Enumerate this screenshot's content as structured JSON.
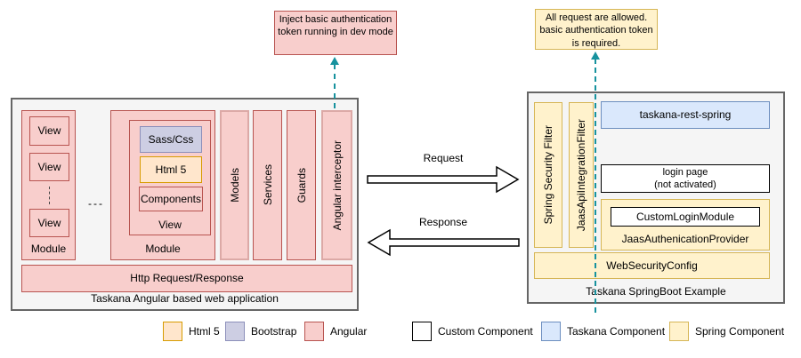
{
  "colors": {
    "angular": {
      "fill": "#F8CECC",
      "stroke": "#B85450"
    },
    "html5": {
      "fill": "#FFE6CC",
      "stroke": "#D79B00"
    },
    "bootstrap": {
      "fill": "#CDCEE3",
      "stroke": "#8C8FBA"
    },
    "spring": {
      "fill": "#FFF2CC",
      "stroke": "#D6B656"
    },
    "taskana": {
      "fill": "#DAE8FC",
      "stroke": "#6C8EBF"
    },
    "custom": {
      "fill": "#FFFFFF",
      "stroke": "#000000"
    },
    "container": {
      "fill": "#F5F5F5",
      "stroke": "#666666"
    },
    "connector": "#17929E"
  },
  "annotations": {
    "dev_token": "Inject basic authentication token running in dev mode",
    "auth_required": "All request are allowed. basic authentication token is required."
  },
  "angular_app": {
    "title": "Taskana Angular based web application",
    "module_left": {
      "label": "Module",
      "view1": "View",
      "view2": "View",
      "view3": "View"
    },
    "modules_ellipsis": "---",
    "module_right": {
      "label": "Module",
      "view_label": "View",
      "sass_css": "Sass/Css",
      "html5": "Html 5",
      "components": "Components"
    },
    "bars": {
      "models": "Models",
      "services": "Services",
      "guards": "Guards",
      "interceptor": "Angular interceptor"
    },
    "http_bar": "Http Request/Response"
  },
  "flows": {
    "request": "Request",
    "response": "Response"
  },
  "springboot": {
    "title": "Taskana SpringBoot Example",
    "spring_security_filter": "Spring Security Filter",
    "jaas_api_integration_filter": "JaasApiIntegrationFilter",
    "taskana_rest_spring": "taskana-rest-spring",
    "login_page_line1": "login page",
    "login_page_line2": "(not activated)",
    "custom_login_module": "CustomLoginModule",
    "jaas_authentication_provider": "JaasAuthenicationProvider",
    "web_security_config": "WebSecurityConfig"
  },
  "legend": {
    "html5": "Html 5",
    "bootstrap": "Bootstrap",
    "angular": "Angular",
    "custom": "Custom Component",
    "taskana": "Taskana Component",
    "spring": "Spring Component"
  }
}
